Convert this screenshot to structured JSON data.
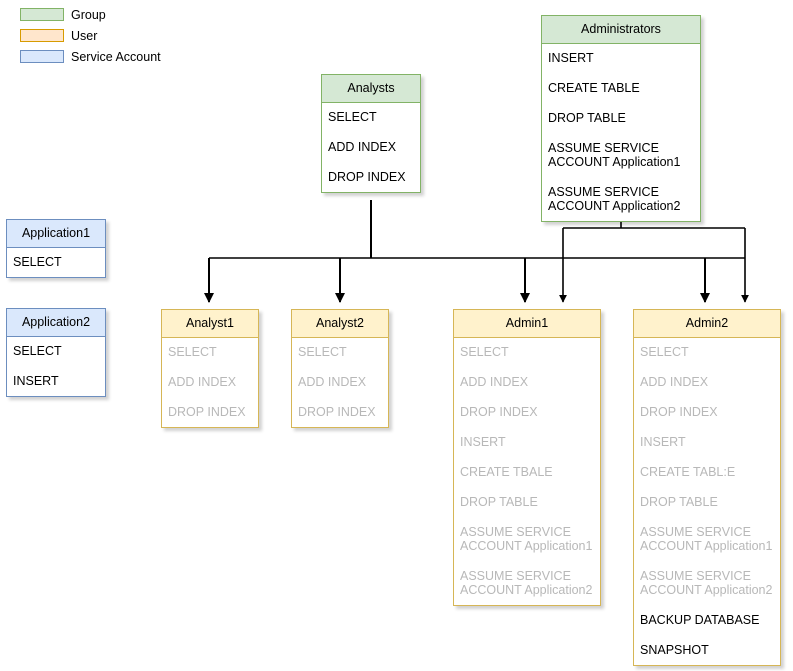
{
  "legend": {
    "items": [
      {
        "label": "Group",
        "type": "group",
        "color": "#d5e8d4",
        "border": "#82b366"
      },
      {
        "label": "User",
        "type": "user",
        "color": "#ffe6cc",
        "border": "#d79b00"
      },
      {
        "label": "Service Account",
        "type": "service",
        "color": "#dae8fc",
        "border": "#6c8ebf"
      }
    ]
  },
  "nodes": {
    "analysts": {
      "title": "Analysts",
      "type": "group",
      "permissions": [
        {
          "text": "SELECT",
          "inherited": false
        },
        {
          "text": "ADD INDEX",
          "inherited": false
        },
        {
          "text": "DROP INDEX",
          "inherited": false
        }
      ]
    },
    "administrators": {
      "title": "Administrators",
      "type": "group",
      "permissions": [
        {
          "text": "INSERT",
          "inherited": false
        },
        {
          "text": "CREATE TABLE",
          "inherited": false
        },
        {
          "text": "DROP TABLE",
          "inherited": false
        },
        {
          "text": "ASSUME SERVICE\nACCOUNT Application1",
          "inherited": false
        },
        {
          "text": "ASSUME SERVICE\nACCOUNT Application2",
          "inherited": false
        }
      ]
    },
    "application1": {
      "title": "Application1",
      "type": "service",
      "permissions": [
        {
          "text": "SELECT",
          "inherited": false
        }
      ]
    },
    "application2": {
      "title": "Application2",
      "type": "service",
      "permissions": [
        {
          "text": "SELECT",
          "inherited": false
        },
        {
          "text": "INSERT",
          "inherited": false
        }
      ]
    },
    "analyst1": {
      "title": "Analyst1",
      "type": "user",
      "permissions": [
        {
          "text": "SELECT",
          "inherited": true
        },
        {
          "text": "ADD INDEX",
          "inherited": true
        },
        {
          "text": "DROP INDEX",
          "inherited": true
        }
      ]
    },
    "analyst2": {
      "title": "Analyst2",
      "type": "user",
      "permissions": [
        {
          "text": "SELECT",
          "inherited": true
        },
        {
          "text": "ADD INDEX",
          "inherited": true
        },
        {
          "text": "DROP INDEX",
          "inherited": true
        }
      ]
    },
    "admin1": {
      "title": "Admin1",
      "type": "user",
      "permissions": [
        {
          "text": "SELECT",
          "inherited": true
        },
        {
          "text": "ADD INDEX",
          "inherited": true
        },
        {
          "text": "DROP INDEX",
          "inherited": true
        },
        {
          "text": "INSERT",
          "inherited": true
        },
        {
          "text": "CREATE TBALE",
          "inherited": true
        },
        {
          "text": "DROP TABLE",
          "inherited": true
        },
        {
          "text": "ASSUME SERVICE\nACCOUNT Application1",
          "inherited": true
        },
        {
          "text": "ASSUME SERVICE\nACCOUNT Application2",
          "inherited": true
        }
      ]
    },
    "admin2": {
      "title": "Admin2",
      "type": "user",
      "permissions": [
        {
          "text": "SELECT",
          "inherited": true
        },
        {
          "text": "ADD INDEX",
          "inherited": true
        },
        {
          "text": "DROP INDEX",
          "inherited": true
        },
        {
          "text": "INSERT",
          "inherited": true
        },
        {
          "text": "CREATE TABL:E",
          "inherited": true
        },
        {
          "text": "DROP TABLE",
          "inherited": true
        },
        {
          "text": "ASSUME SERVICE\nACCOUNT Application1",
          "inherited": true
        },
        {
          "text": "ASSUME SERVICE\nACCOUNT Application2",
          "inherited": true
        },
        {
          "text": "BACKUP DATABASE",
          "inherited": false
        },
        {
          "text": "SNAPSHOT",
          "inherited": false
        }
      ]
    }
  },
  "edges": [
    {
      "from": "analysts",
      "to": "analyst1"
    },
    {
      "from": "analysts",
      "to": "analyst2"
    },
    {
      "from": "analysts",
      "to": "admin1"
    },
    {
      "from": "analysts",
      "to": "admin2"
    },
    {
      "from": "administrators",
      "to": "admin1"
    },
    {
      "from": "administrators",
      "to": "admin2"
    }
  ]
}
